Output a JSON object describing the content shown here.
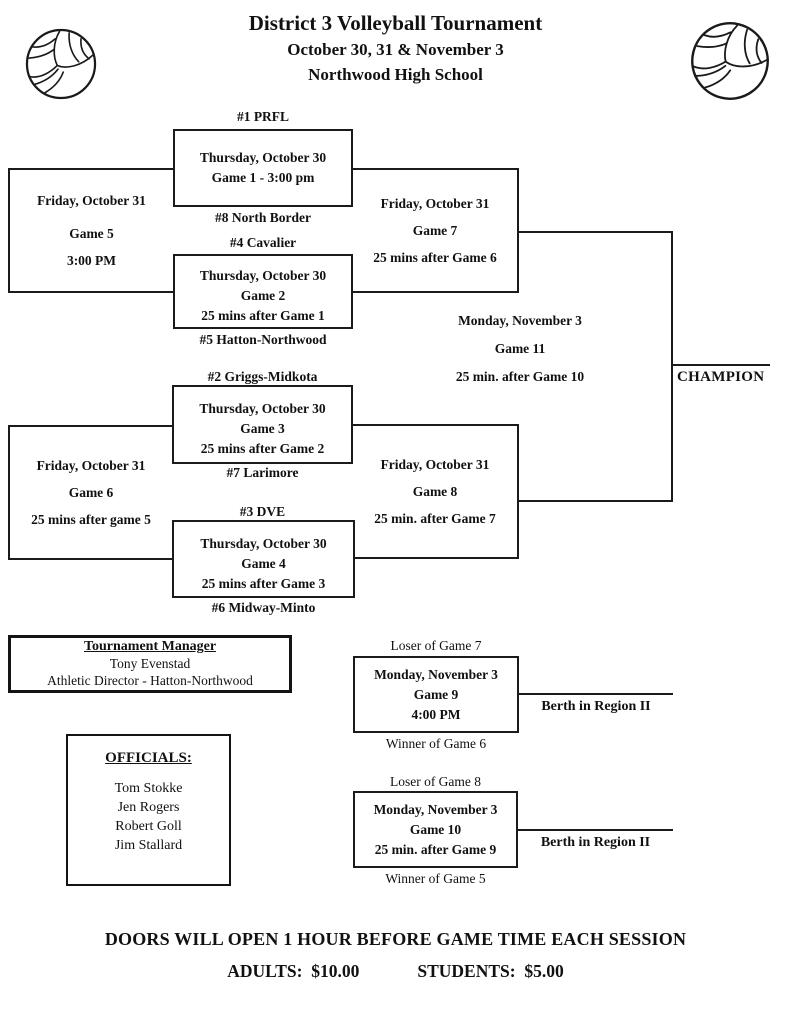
{
  "header": {
    "title": "District 3 Volleyball Tournament",
    "dates": "October 30, 31 & November 3",
    "venue": "Northwood High School"
  },
  "icons": {
    "left": "volleyball-icon",
    "right": "volleyball-icon"
  },
  "bracket": {
    "seeds": {
      "s1": "#1 PRFL",
      "s8": "#8 North Border",
      "s4": "#4 Cavalier",
      "s5": "#5 Hatton-Northwood",
      "s2": "#2 Griggs-Midkota",
      "s7": "#7 Larimore",
      "s3": "#3 DVE",
      "s6": "#6 Midway-Minto"
    },
    "games": {
      "g1": {
        "l1": "Thursday, October 30",
        "l2": "Game 1 - 3:00 pm"
      },
      "g2": {
        "l1": "Thursday, October 30",
        "l2": "Game 2",
        "l3": "25 mins after Game 1"
      },
      "g3": {
        "l1": "Thursday, October 30",
        "l2": "Game 3",
        "l3": "25 mins after Game 2"
      },
      "g4": {
        "l1": "Thursday, October 30",
        "l2": "Game 4",
        "l3": "25 mins after Game 3"
      },
      "g5": {
        "l1": "Friday, October 31",
        "l2": "Game 5",
        "l3": "3:00 PM"
      },
      "g6": {
        "l1": "Friday, October 31",
        "l2": "Game 6",
        "l3": "25 mins after game 5"
      },
      "g7": {
        "l1": "Friday, October 31",
        "l2": "Game 7",
        "l3": "25 mins after Game 6"
      },
      "g8": {
        "l1": "Friday, October 31",
        "l2": "Game 8",
        "l3": "25 min. after Game 7"
      },
      "g11": {
        "l1": "Monday, November 3",
        "l2": "Game 11",
        "l3": "25 min. after Game 10"
      }
    },
    "champion_label": "CHAMPION"
  },
  "consolation": {
    "g9": {
      "above": "Loser of Game 7",
      "l1": "Monday, November 3",
      "l2": "Game 9",
      "l3": "4:00 PM",
      "below": "Winner of Game 6",
      "berth": "Berth in Region II"
    },
    "g10": {
      "above": "Loser of Game 8",
      "l1": "Monday, November 3",
      "l2": "Game 10",
      "l3": "25 min. after Game 9",
      "below": "Winner of Game 5",
      "berth": "Berth in Region II"
    }
  },
  "manager": {
    "heading": "Tournament Manager",
    "name": "Tony Evenstad",
    "title": "Athletic Director - Hatton-Northwood"
  },
  "officials": {
    "heading": "OFFICIALS:",
    "names": [
      "Tom Stokke",
      "Jen Rogers",
      "Robert Goll",
      "Jim Stallard"
    ]
  },
  "footer": {
    "doors": "DOORS WILL OPEN 1 HOUR BEFORE GAME TIME EACH SESSION",
    "adults": "ADULTS:  $10.00",
    "students": "STUDENTS:  $5.00"
  }
}
